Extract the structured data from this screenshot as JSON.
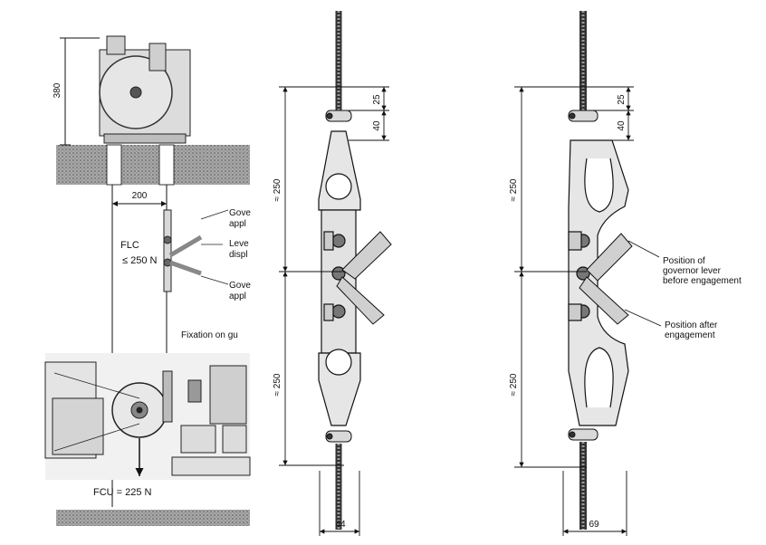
{
  "left_panel": {
    "dim_height": "380",
    "dim_width": "200",
    "flc_line1": "FLC",
    "flc_line2": "≤ 250 N",
    "gov_apply_top_1": "Gove",
    "gov_apply_top_2": "appl",
    "lever_1": "Leve",
    "lever_2": "displ",
    "gov_apply_bot_1": "Gove",
    "gov_apply_bot_2": "appl",
    "fixation": "Fixation on gu",
    "fcu": "FCU = 225 N"
  },
  "middle_panel": {
    "dim_top_25": "25",
    "dim_top_40": "40",
    "dim_upper_250": "≈ 250",
    "dim_lower_250": "≈ 250",
    "dim_width": "44"
  },
  "right_panel": {
    "dim_top_25": "25",
    "dim_top_40": "40",
    "dim_upper_250": "≈ 250",
    "dim_lower_250": "≈ 250",
    "dim_width": "69",
    "callout_before_1": "Position of",
    "callout_before_2": "governor lever",
    "callout_before_3": "before engagement",
    "callout_after_1": "Position after",
    "callout_after_2": "engagement"
  },
  "colors": {
    "line": "#111111",
    "hatch_fill": "#9a9a9a",
    "part_fill": "#e2e2e2",
    "photo_gray": "#cfcfcf"
  }
}
